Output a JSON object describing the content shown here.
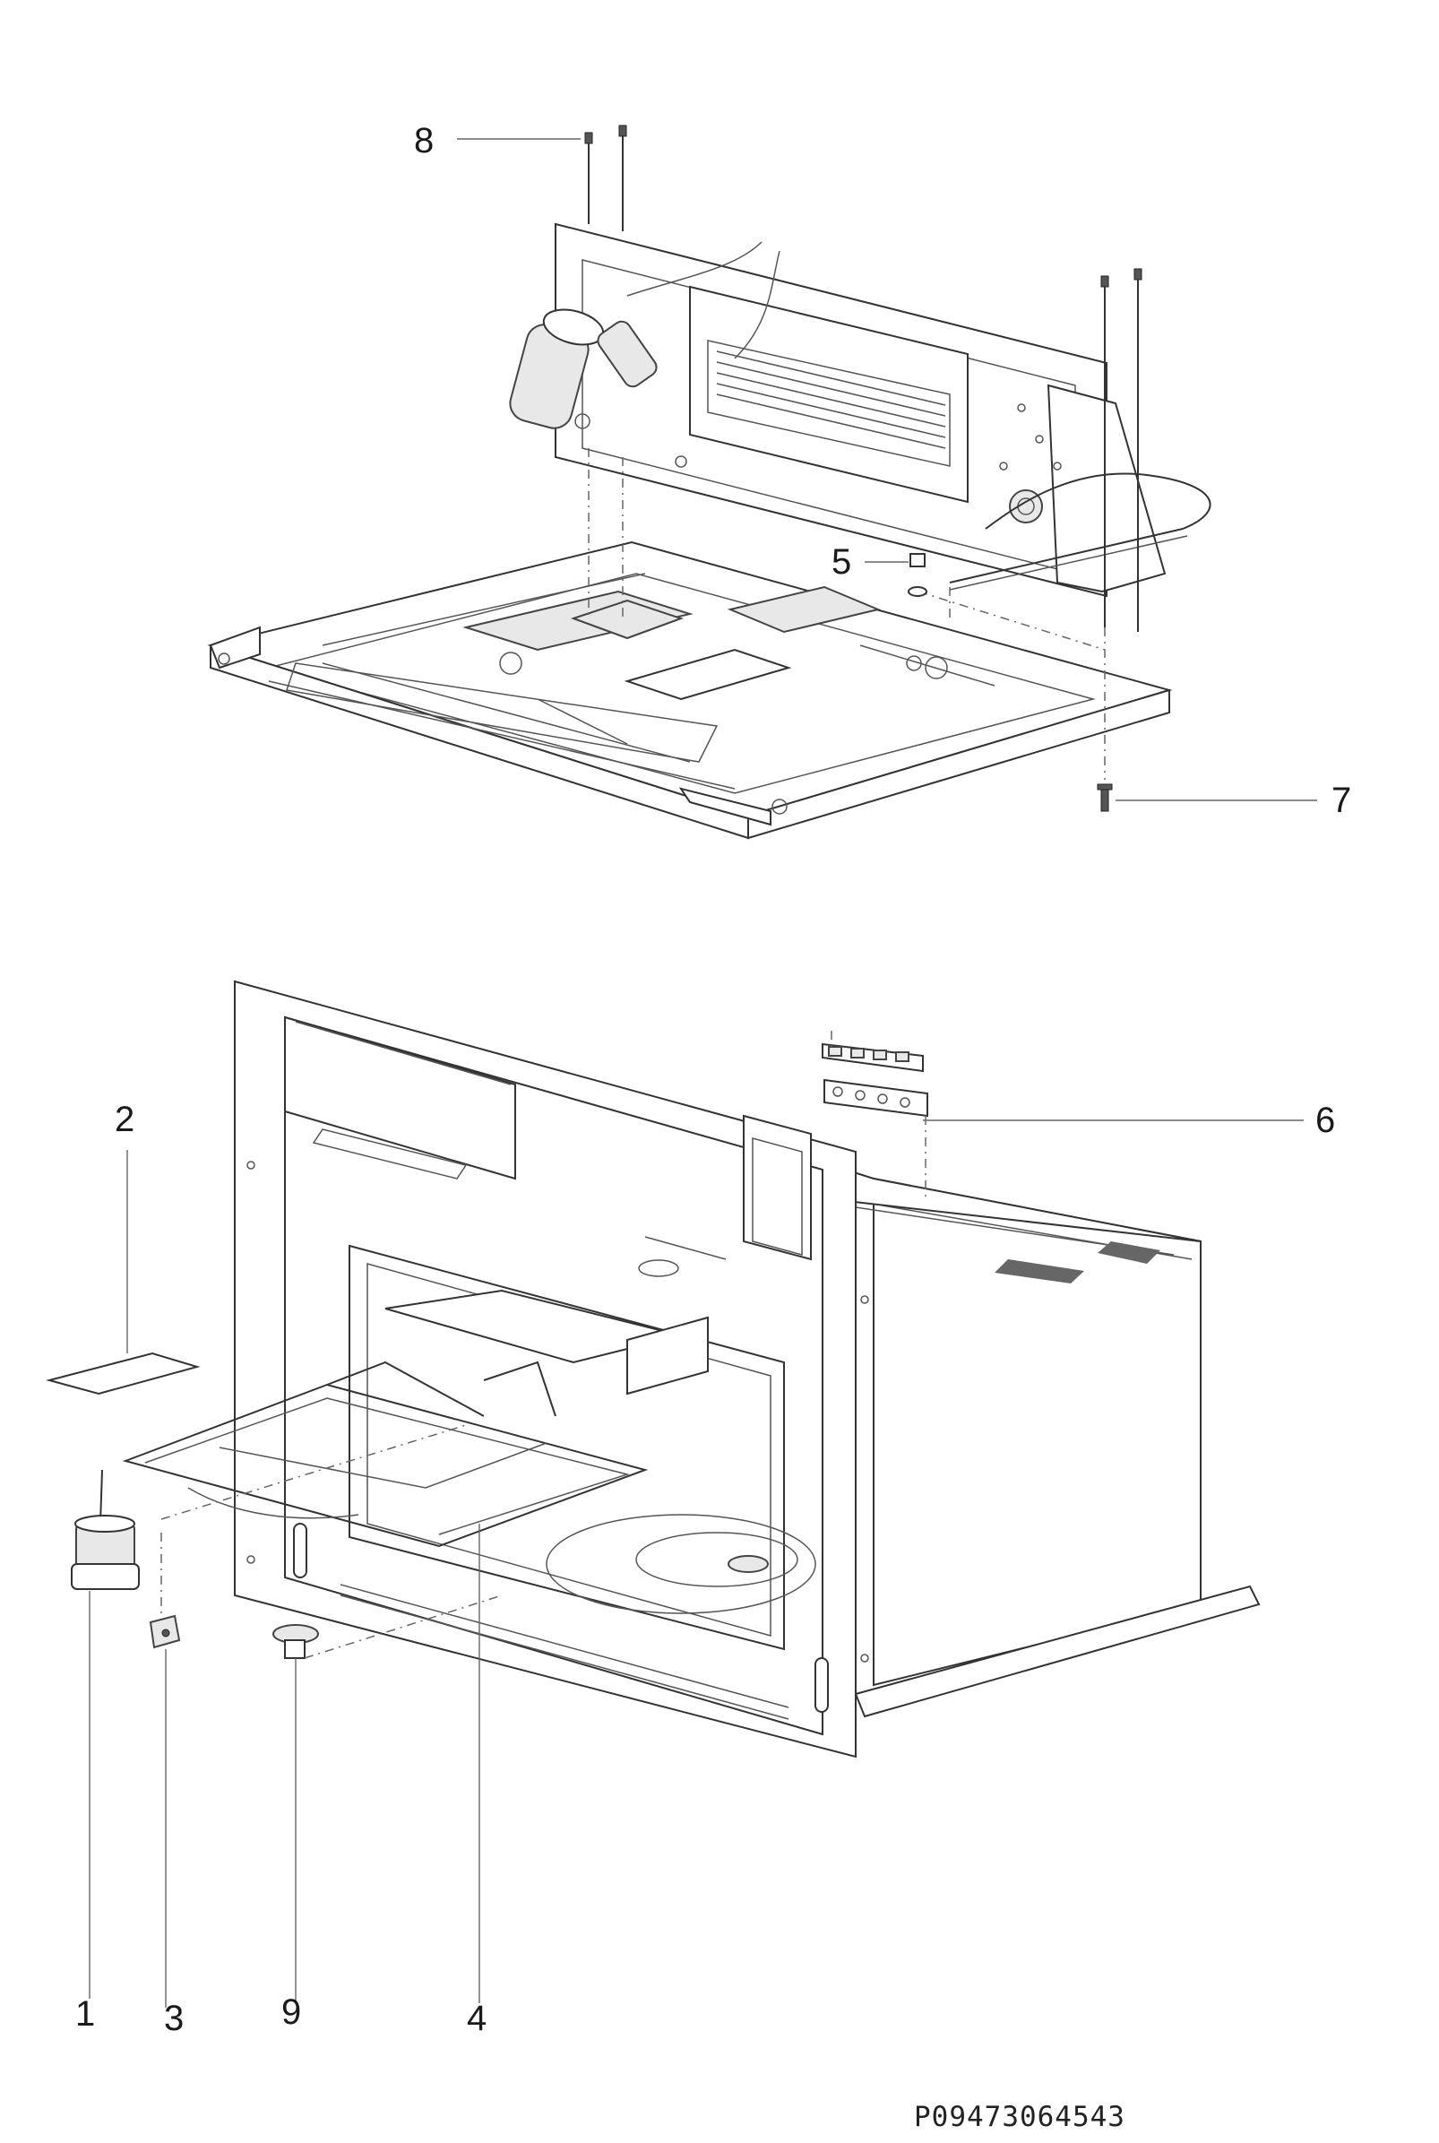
{
  "callouts": {
    "c1": "1",
    "c2": "2",
    "c3": "3",
    "c4": "4",
    "c5": "5",
    "c6": "6",
    "c7": "7",
    "c8": "8",
    "c9": "9"
  },
  "document_code": "P09473064543"
}
